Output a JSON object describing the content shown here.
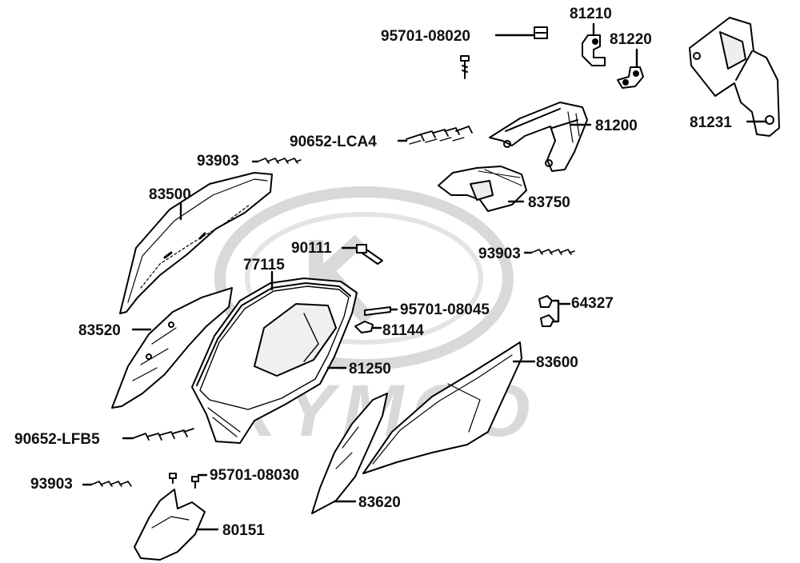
{
  "watermark": {
    "text": "KYMCO",
    "color": "#d9d9d9"
  },
  "colors": {
    "ink": "#111111",
    "line": "#000000",
    "shade": "#cfcfcf"
  },
  "parts": [
    {
      "id": "p95701_08020",
      "number": "95701-08020"
    },
    {
      "id": "p81210",
      "number": "81210"
    },
    {
      "id": "p81220",
      "number": "81220"
    },
    {
      "id": "p81231",
      "number": "81231"
    },
    {
      "id": "p81200",
      "number": "81200"
    },
    {
      "id": "p90652_lca4",
      "number": "90652-LCA4"
    },
    {
      "id": "p93903_a",
      "number": "93903"
    },
    {
      "id": "p83500",
      "number": "83500"
    },
    {
      "id": "p83750",
      "number": "83750"
    },
    {
      "id": "p90111",
      "number": "90111"
    },
    {
      "id": "p93903_b",
      "number": "93903"
    },
    {
      "id": "p77115",
      "number": "77115"
    },
    {
      "id": "p64327",
      "number": "64327"
    },
    {
      "id": "p95701_08045",
      "number": "95701-08045"
    },
    {
      "id": "p81144",
      "number": "81144"
    },
    {
      "id": "p83520",
      "number": "83520"
    },
    {
      "id": "p81250",
      "number": "81250"
    },
    {
      "id": "p83600",
      "number": "83600"
    },
    {
      "id": "p90652_lfb5",
      "number": "90652-LFB5"
    },
    {
      "id": "p95701_08030",
      "number": "95701-08030"
    },
    {
      "id": "p93903_c",
      "number": "93903"
    },
    {
      "id": "p83620",
      "number": "83620"
    },
    {
      "id": "p80151",
      "number": "80151"
    }
  ]
}
